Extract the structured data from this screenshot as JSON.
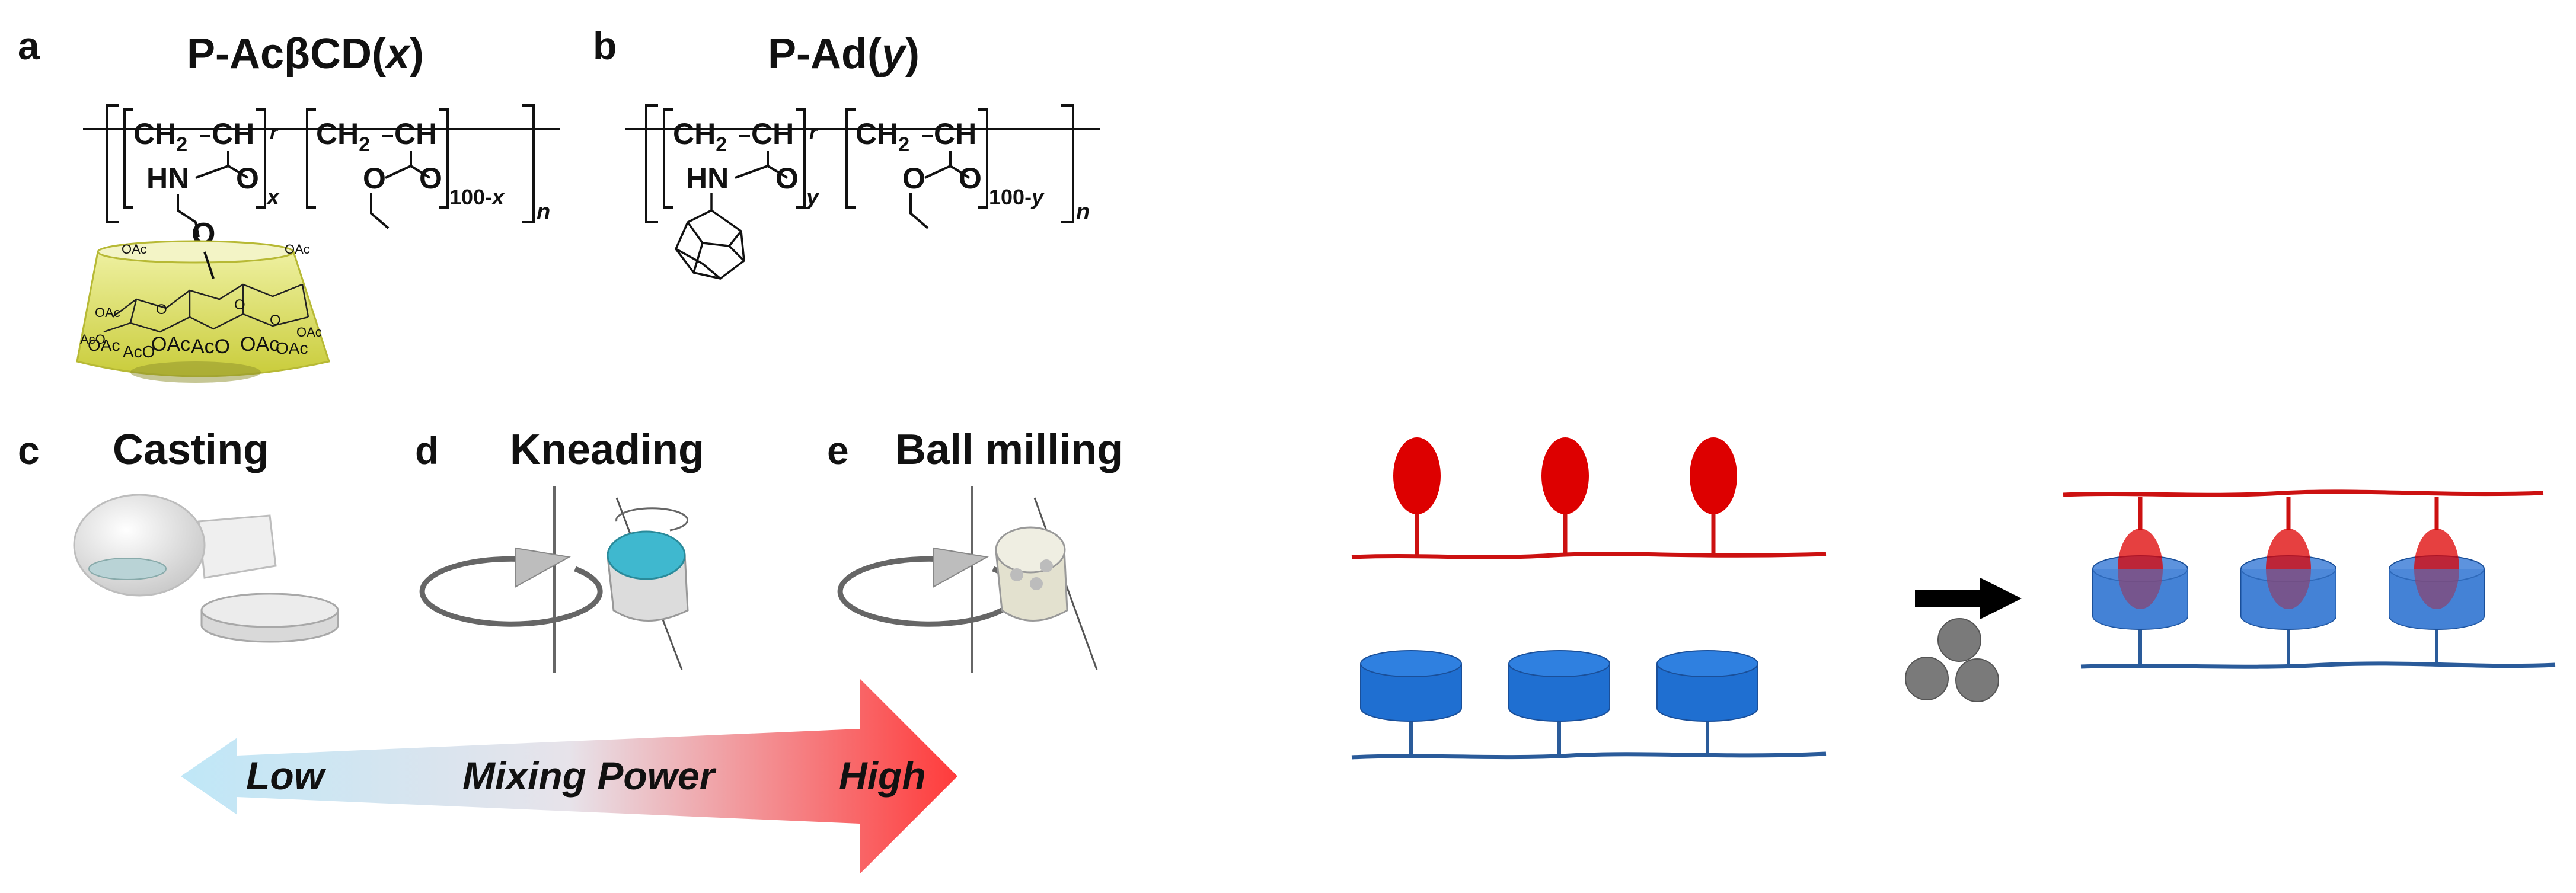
{
  "panel_a": {
    "letter": "a",
    "title_prefix": "P-AcβCD(",
    "title_var": "x",
    "title_suffix": ")",
    "poly_r": "r",
    "sub_x": "x",
    "sub_100x": "100-",
    "sub_100x_var": "x",
    "sub_n": "n",
    "ch2": "CH",
    "ch2_sub": "2",
    "ch": "CH",
    "hn": "HN",
    "o": "O",
    "cd_labels": [
      "OAc",
      "OAc",
      "OAc",
      "AcO",
      "OAc",
      "AcO",
      "OAc",
      "OAc",
      "OAc",
      "OAc",
      "AcO",
      "O",
      "O",
      "O"
    ]
  },
  "panel_b": {
    "letter": "b",
    "title_prefix": "P-Ad(",
    "title_var": "y",
    "title_suffix": ")",
    "poly_r": "r",
    "sub_y": "y",
    "sub_100y": "100-",
    "sub_100y_var": "y",
    "sub_n": "n",
    "ch2": "CH",
    "ch2_sub": "2",
    "ch": "CH",
    "hn": "HN",
    "o": "O"
  },
  "panel_c": {
    "letter": "c",
    "title": "Casting"
  },
  "panel_d": {
    "letter": "d",
    "title": "Kneading"
  },
  "panel_e": {
    "letter": "e",
    "title": "Ball milling"
  },
  "arrow": {
    "low": "Low",
    "center": "Mixing Power",
    "high": "High",
    "low_color": "#1f57a8",
    "high_color": "#ff3b3b",
    "start_color": "#bfe7f7",
    "end_color": "#ff3b3b"
  },
  "schematic": {
    "guest_color": "#dd0000",
    "host_color": "#1f6fd1",
    "host_line_color": "#2a5b9a",
    "ball_color": "#7a7a7a"
  }
}
